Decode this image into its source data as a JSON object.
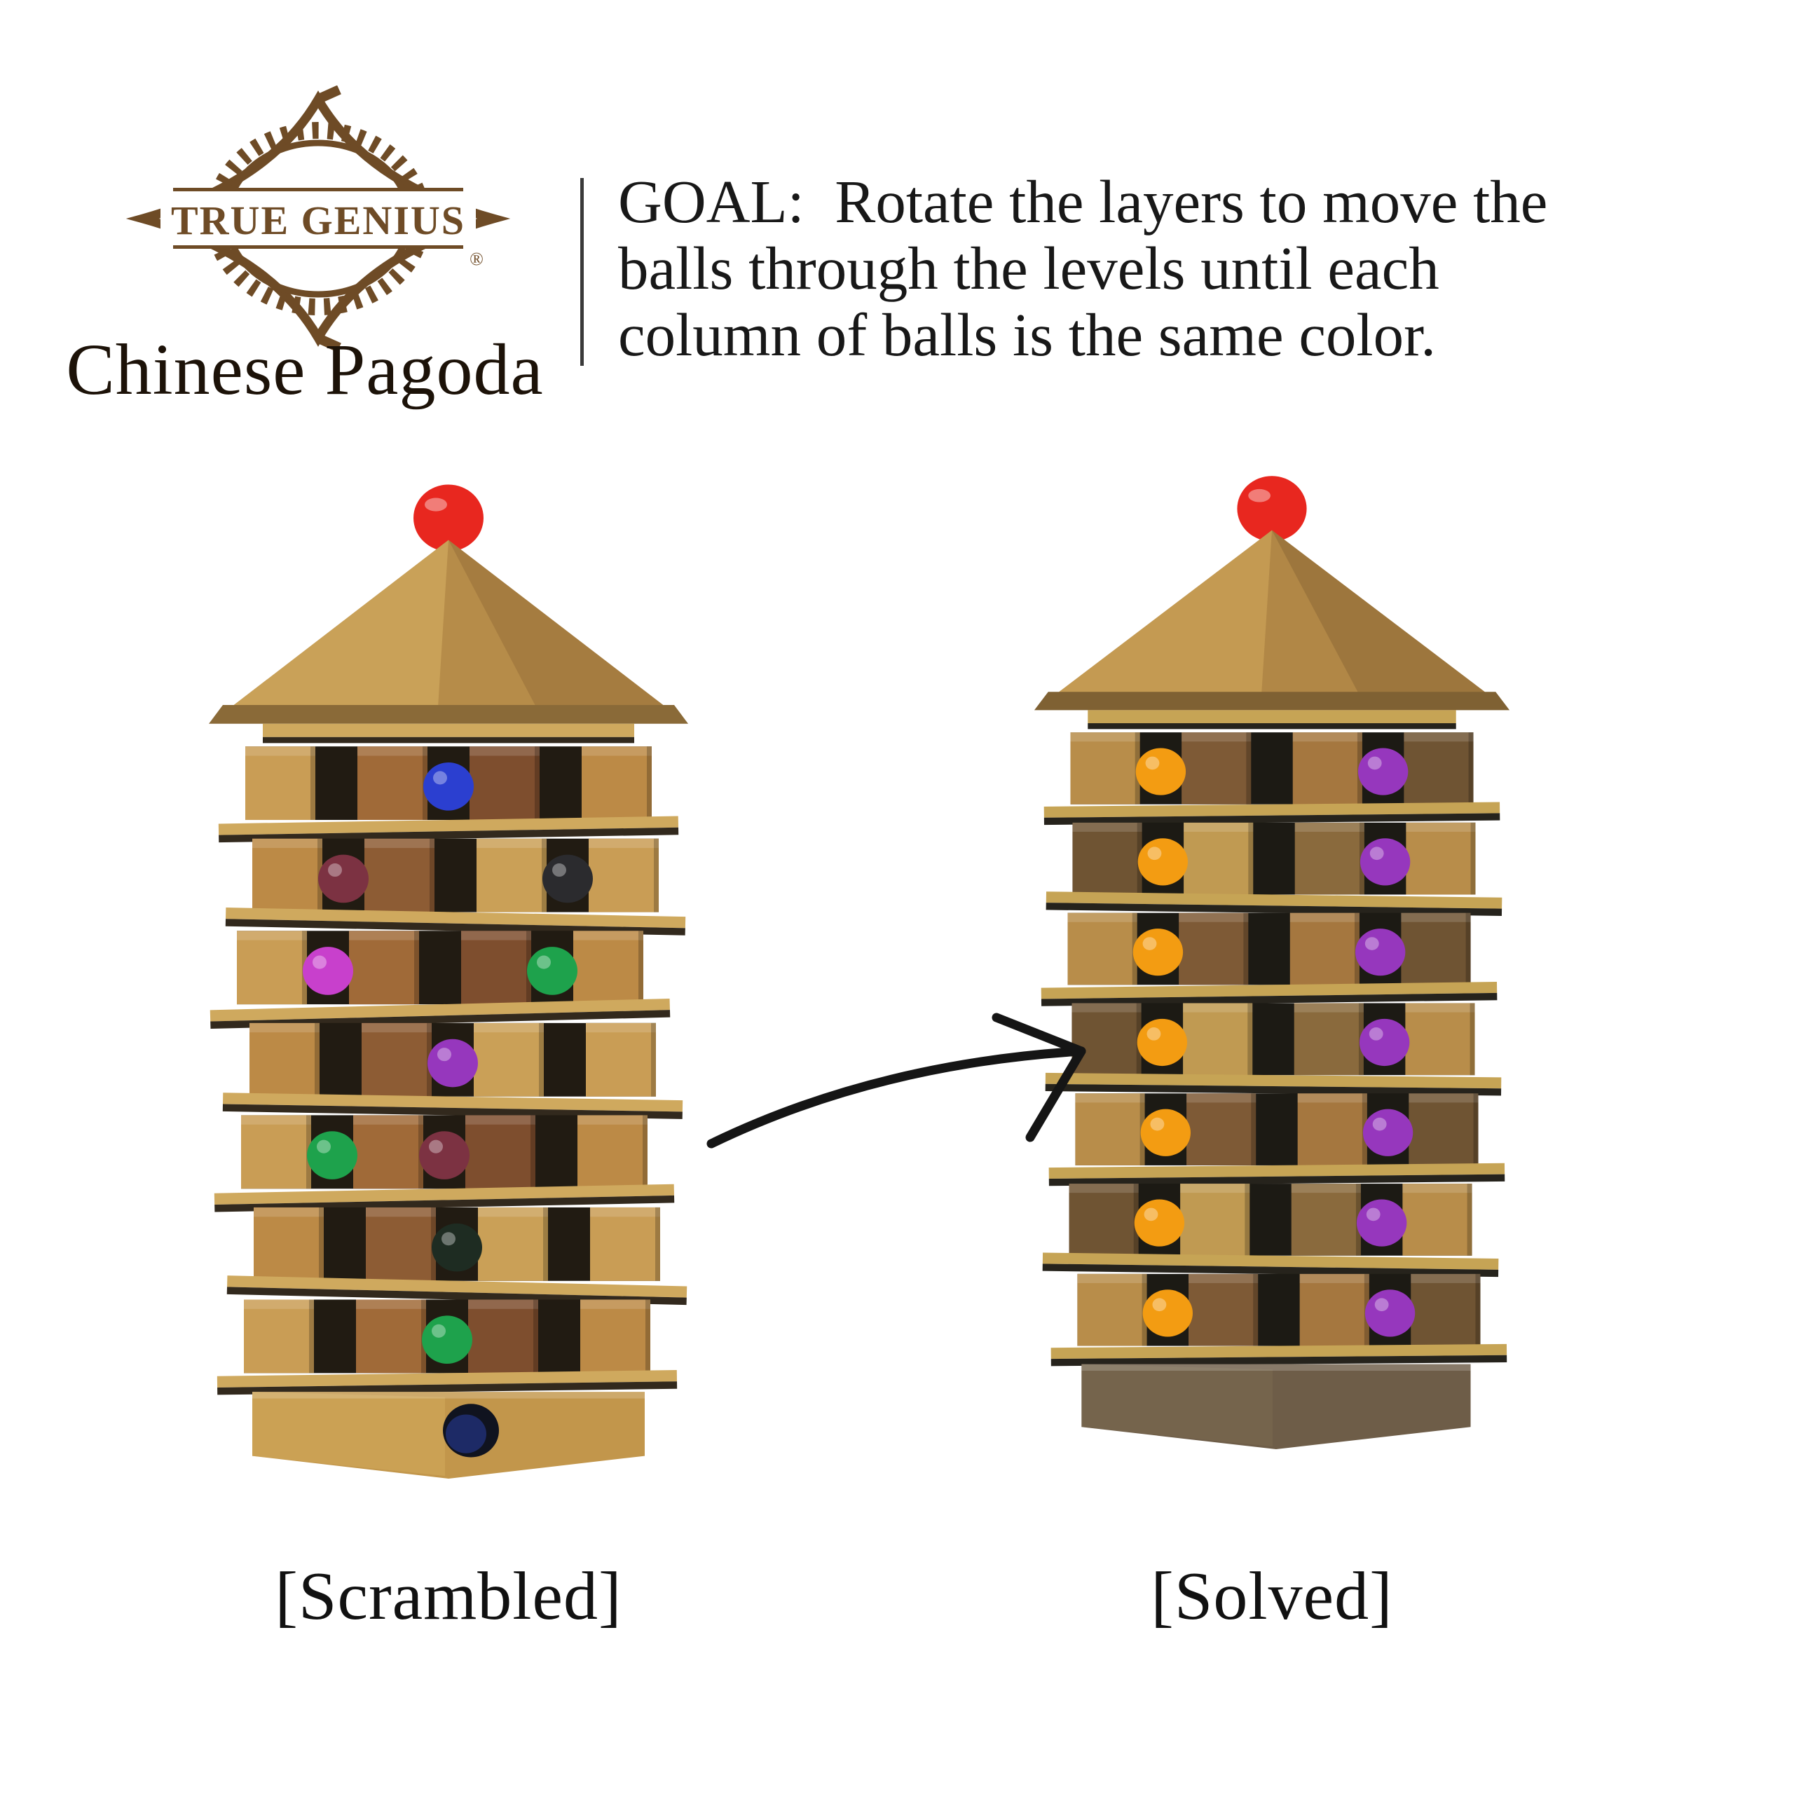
{
  "header": {
    "brand_name": "TRUE GENIUS",
    "registered_mark": "®",
    "product_title": "Chinese Pagoda",
    "brand_color": "#6e4b26",
    "title_color": "#1c1208"
  },
  "goal": {
    "lines": [
      "GOAL:  Rotate the layers to move the",
      "balls through the levels until each",
      "column of balls is the same color."
    ],
    "text_color": "#181818"
  },
  "arrow": {
    "color": "#151515"
  },
  "figures": [
    {
      "name": "scrambled-pagoda",
      "caption": "[Scrambled]",
      "finial_color": "#e8271f",
      "roof": {
        "base": "#b68c49",
        "left": "#c9a158",
        "right": "#a57c40",
        "eave": "#8a6a38"
      },
      "plate_color": "#cfa95e",
      "plate_edge": "#32291d",
      "gap_color": "#211b12",
      "wood_palette": [
        "#c99d55",
        "#a06a38",
        "#7e4e2e",
        "#bc8a46",
        "#8d5c34",
        "#caa057"
      ],
      "layers": [
        {
          "balls": [
            null,
            "#2b3fd0",
            null
          ],
          "jitter": 0,
          "plate_rot": -1.0
        },
        {
          "balls": [
            "#7c3242",
            null,
            "#2b2b2e"
          ],
          "jitter": 10,
          "plate_rot": 1.2
        },
        {
          "balls": [
            "#c840cc",
            null,
            "#1ea24c"
          ],
          "jitter": -12,
          "plate_rot": -1.5
        },
        {
          "balls": [
            null,
            "#9637bd",
            null
          ],
          "jitter": 6,
          "plate_rot": 1.0
        },
        {
          "balls": [
            "#1ea24c",
            "#7c3242",
            null
          ],
          "jitter": -6,
          "plate_rot": -1.2
        },
        {
          "balls": [
            null,
            "#1e2c22",
            null
          ],
          "jitter": 12,
          "plate_rot": 1.4
        },
        {
          "balls": [
            null,
            "#1ea24c",
            null
          ],
          "jitter": -2,
          "plate_rot": -0.8
        }
      ],
      "base": {
        "fill": "#c2964b",
        "side": "#d8b060",
        "hole": true,
        "hole_ball": "#1d2a66",
        "jitter": 0
      }
    },
    {
      "name": "solved-pagoda",
      "caption": "[Solved]",
      "finial_color": "#e8271f",
      "roof": {
        "base": "#b18746",
        "left": "#c49a52",
        "right": "#9d763d",
        "eave": "#7f6133"
      },
      "plate_color": "#c6a455",
      "plate_edge": "#26231c",
      "gap_color": "#1c1a14",
      "wood_palette": [
        "#b88d4a",
        "#7e5a36",
        "#a5773f",
        "#6f5433",
        "#c09a52",
        "#8a6a3d"
      ],
      "layers": [
        {
          "balls": [
            "#f39c12",
            null,
            "#9637bd"
          ],
          "jitter": 0,
          "plate_rot": -0.6
        },
        {
          "balls": [
            "#f39c12",
            null,
            "#9637bd"
          ],
          "jitter": 3,
          "plate_rot": 0.8
        },
        {
          "balls": [
            "#f39c12",
            null,
            "#9637bd"
          ],
          "jitter": -4,
          "plate_rot": -0.8
        },
        {
          "balls": [
            "#f39c12",
            null,
            "#9637bd"
          ],
          "jitter": 2,
          "plate_rot": 0.6
        },
        {
          "balls": [
            "#f39c12",
            null,
            "#9637bd"
          ],
          "jitter": 7,
          "plate_rot": -0.6
        },
        {
          "balls": [
            "#f39c12",
            null,
            "#9637bd"
          ],
          "jitter": -2,
          "plate_rot": 0.8
        },
        {
          "balls": [
            "#f39c12",
            null,
            "#9637bd"
          ],
          "jitter": 10,
          "plate_rot": -0.5
        }
      ],
      "base": {
        "fill": "#6e5d48",
        "side": "#7f6c53",
        "hole": false,
        "jitter": 6
      }
    }
  ]
}
